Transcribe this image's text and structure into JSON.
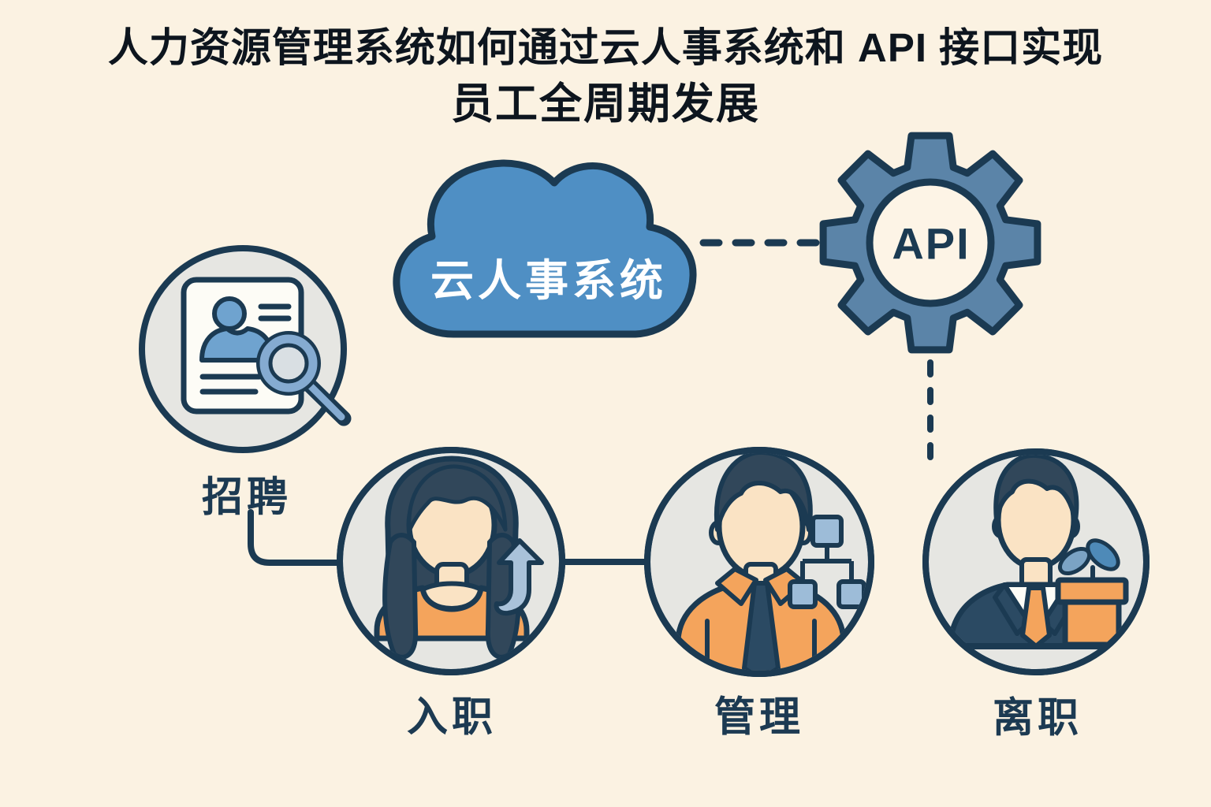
{
  "title": {
    "line1": "人力资源管理系统如何通过云人事系统和 API 接口实现",
    "line2": "员工全周期发展"
  },
  "cloud": {
    "label": "云人事系统",
    "shape": "cloud",
    "fill": "#4f8fc4"
  },
  "gear": {
    "label": "API",
    "shape": "gear",
    "fill": "#5b84a8"
  },
  "nodes": [
    {
      "id": "recruitment",
      "label": "招聘",
      "icon": "resume-magnifier-icon"
    },
    {
      "id": "onboarding",
      "label": "入职",
      "icon": "female-employee-up-arrow-icon"
    },
    {
      "id": "management",
      "label": "管理",
      "icon": "male-employee-org-chart-icon"
    },
    {
      "id": "offboarding",
      "label": "离职",
      "icon": "male-employee-gift-plant-icon"
    }
  ],
  "connections": [
    {
      "from": "cloud",
      "to": "api-gear",
      "style": "dashed-horizontal"
    },
    {
      "from": "api-gear",
      "to": "offboarding-node",
      "style": "dashed-vertical"
    },
    {
      "from": "recruitment-node",
      "to": "onboarding-node",
      "style": "solid-elbow"
    },
    {
      "from": "onboarding-node",
      "to": "management-node",
      "style": "solid-line"
    }
  ],
  "colors": {
    "background": "#fbf2e2",
    "outline": "#1b3a52",
    "title_text": "#0d151e",
    "label_text": "#1c3a52",
    "cloud_blue": "#4f8fc4",
    "gear_blue": "#5b84a8",
    "node_gray": "#e6e6e2",
    "accent_orange": "#f4a45c",
    "skin": "#fae3c4",
    "hair_navy": "#31475a",
    "steel_blue": "#a9c2da",
    "square_blue": "#9dbcd8",
    "leaf_blue": "#4e8ab8",
    "suit_navy": "#2b4a63",
    "paper_white": "#fdfcf6"
  }
}
